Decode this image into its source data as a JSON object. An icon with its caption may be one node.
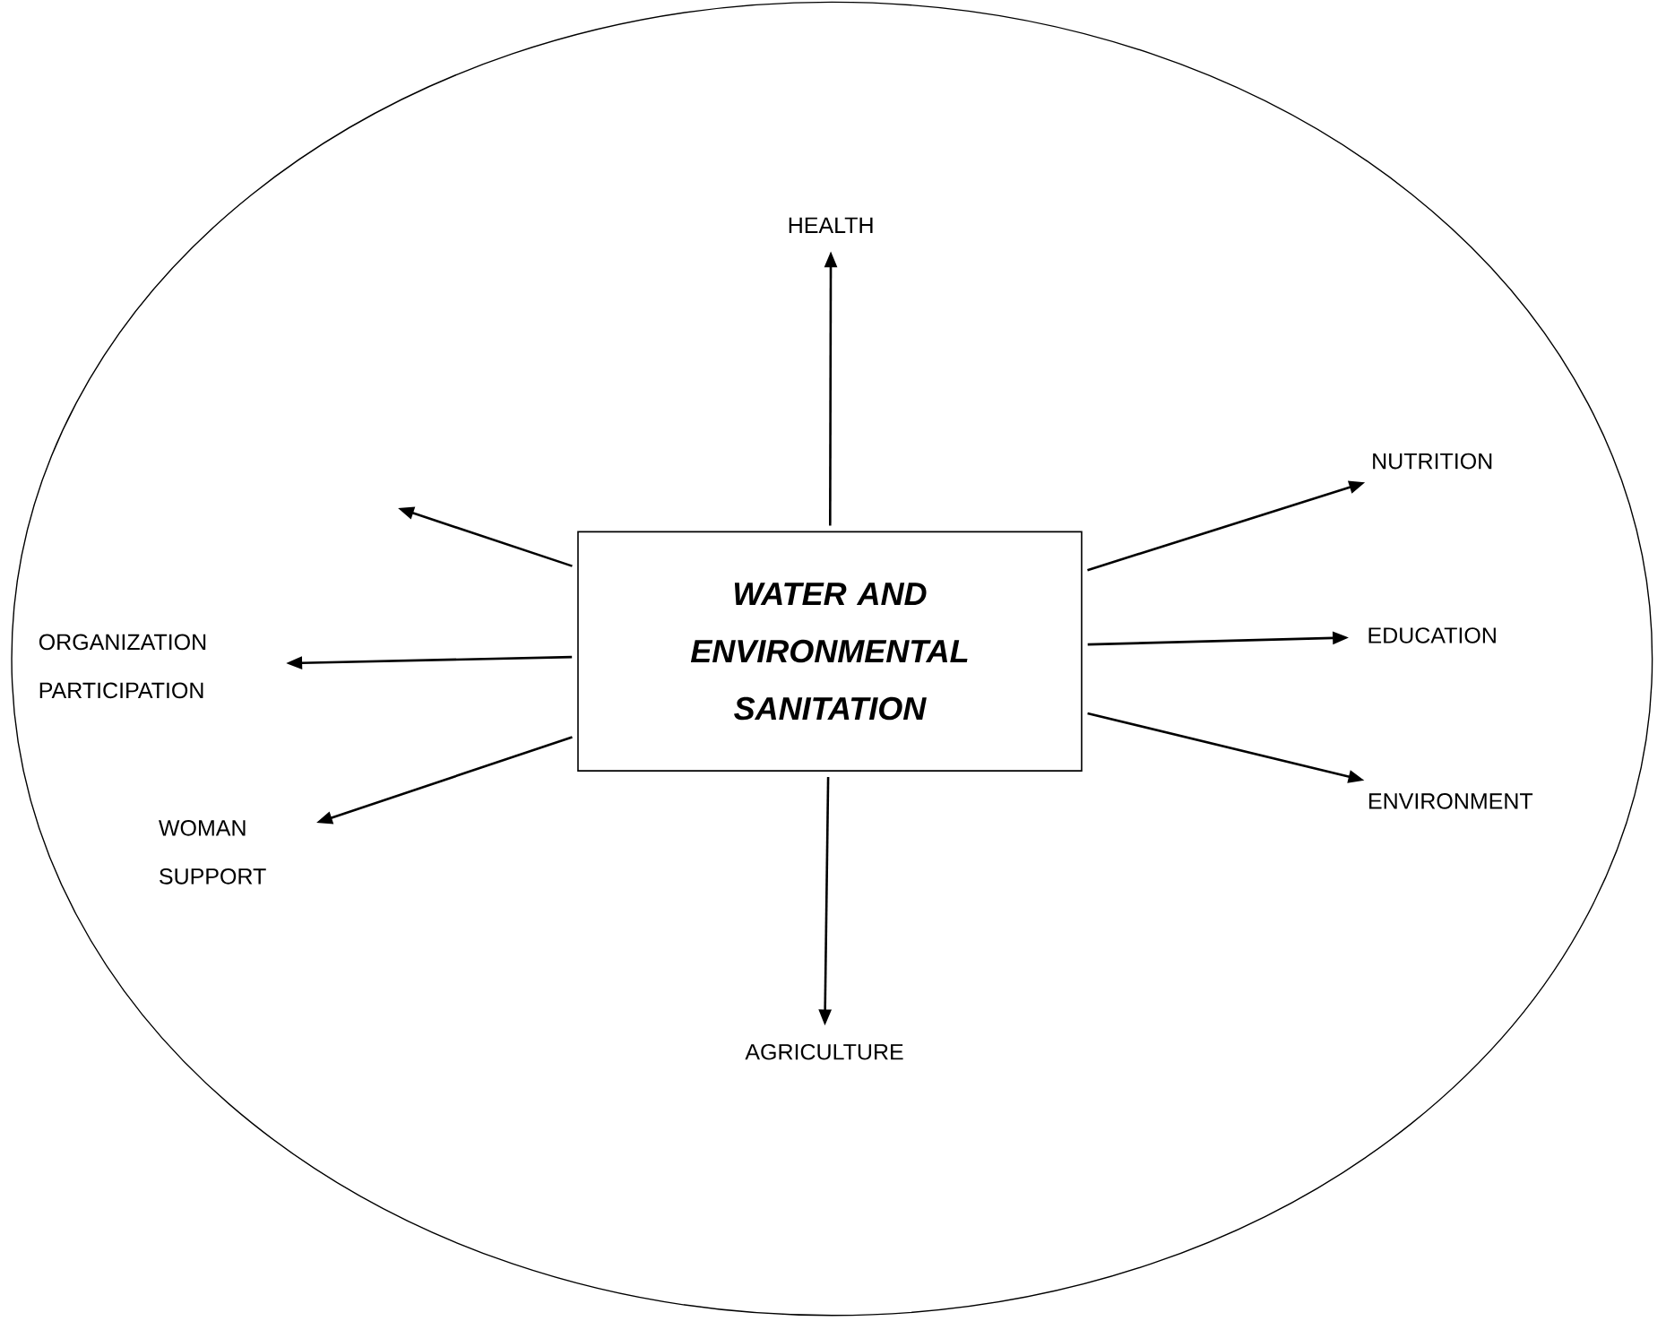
{
  "diagram": {
    "nodes": [
      {
        "text": [
          "WATER AND ENVIRONMENTAL SANITATION"
        ]
      },
      {
        "text": [
          "HEALTH"
        ]
      },
      {
        "text": [
          "NUTRITION"
        ]
      },
      {
        "text": [
          "EDUCATION"
        ]
      },
      {
        "text": [
          "ENVIRONMENT"
        ]
      },
      {
        "text": [
          "AGRICULTURE"
        ]
      },
      {
        "text": [
          "WOMAN SUPPORT"
        ]
      },
      {
        "text": [
          "ORGANIZATION PARTICIPATION"
        ]
      }
    ],
    "edges": [
      {
        "from": 0,
        "to": 1,
        "arrow": "to"
      },
      {
        "from": 0,
        "to": 2,
        "arrow": "to"
      },
      {
        "from": 0,
        "to": 3,
        "arrow": "to"
      },
      {
        "from": 0,
        "to": 4,
        "arrow": "to"
      },
      {
        "from": 0,
        "to": 5,
        "arrow": "to"
      },
      {
        "from": 0,
        "to": 6,
        "arrow": "to"
      },
      {
        "from": 0,
        "to": 7,
        "arrow": "to"
      },
      {
        "from": 0,
        "to": null,
        "arrow": "to"
      }
    ]
  }
}
